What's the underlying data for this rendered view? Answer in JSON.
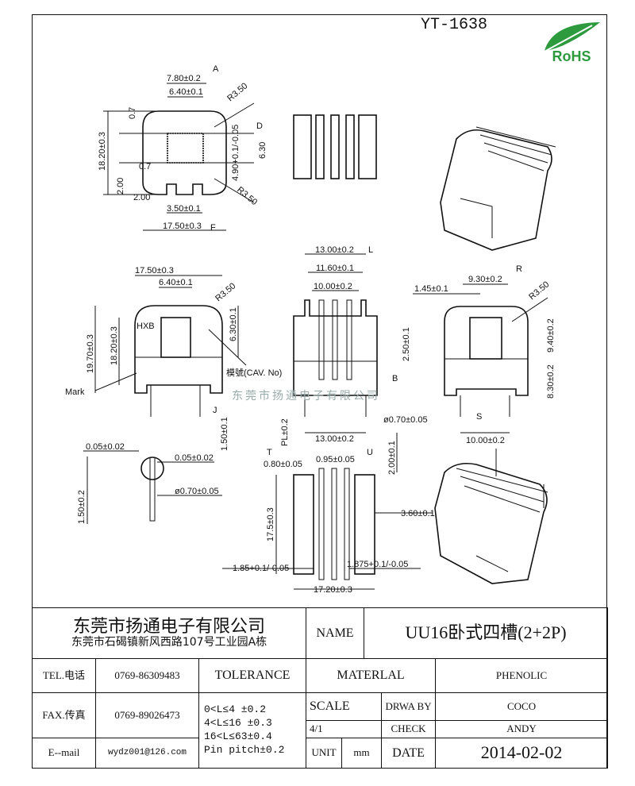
{
  "header": {
    "part_code": "YT-1638",
    "rohs_label": "RoHS"
  },
  "watermark": "东莞市扬通电子有限公司",
  "views": {
    "top_left": {
      "d1": "7.80±0.2",
      "d2": "6.40±0.1",
      "r1": "R3.50",
      "r2": "R3.50",
      "h": "18.20±0.3",
      "t1": "0.7",
      "t2": "0.7",
      "slot": "4.90+0.1/-0.05",
      "w2": "6.30",
      "n1": "2.00",
      "n2": "2.00",
      "pitch": "3.50±0.1",
      "w": "17.50±0.3",
      "mA": "A",
      "mD": "D",
      "mF": "F"
    },
    "front": {
      "w": "17.50±0.3",
      "w2": "6.40±0.1",
      "r": "R3.50",
      "h1": "19.70±0.3",
      "h2": "18.20±0.3",
      "d": "6.30±0.1",
      "hxb": "HXB",
      "cav": "模號(CAV. No)",
      "mark": "Mark",
      "pin": "1.50±0.1",
      "mJ": "J"
    },
    "side": {
      "w1": "13.00±0.2",
      "w2": "11.60±0.1",
      "w3": "10.00±0.2",
      "h": "2.50±0.1",
      "b": "B",
      "pl": "PL±0.2",
      "pin_d": "ø0.70±0.05",
      "w4": "13.00±0.2",
      "mL": "L"
    },
    "right": {
      "a": "1.45±0.1",
      "w": "9.30±0.2",
      "r": "R3.50",
      "h1": "9.40±0.2",
      "h2": "8.30±0.2",
      "p": "10.00±0.2",
      "mR": "R",
      "mS": "S"
    },
    "pin_detail": {
      "a": "0.05±0.02",
      "b": "0.05±0.02",
      "d": "ø0.70±0.05",
      "l": "1.50±0.2"
    },
    "bottom": {
      "a": "0.80±0.05",
      "b": "0.95±0.05",
      "h": "2.00±0.1",
      "v": "17.5±0.3",
      "c": "3.60±0.1",
      "e1": "1.85+0.1/-0.05",
      "e2": "1.875+0.1/-0.05",
      "w": "17.20±0.3",
      "mT": "T",
      "mU": "U"
    }
  },
  "title_block": {
    "company": "东莞市扬通电子有限公司",
    "address": "东莞市石碣镇新风西路107号工业园A栋",
    "name_label": "NAME",
    "name_value": "UU16卧式四槽(2+2P)",
    "tel_label": "TEL.电话",
    "tel_value": "0769-86309483",
    "fax_label": "FAX.传真",
    "fax_value": "0769-89026473",
    "email_label": "E--mail",
    "email_value": "wydz001@126.com",
    "tolerance_label": "TOLERANCE",
    "tolerances": [
      "0<L≤4   ±0.2",
      "4<L≤16  ±0.3",
      "16<L≤63±0.4",
      "Pin pitch±0.2"
    ],
    "material_label": "MATERLAL",
    "material_value": "PHENOLIC",
    "scale_label": "SCALE",
    "scale_value": "4/1",
    "drawn_label": "DRWA BY",
    "drawn_value": "COCO",
    "check_label": "CHECK",
    "check_value": "ANDY",
    "unit_label": "UNIT",
    "unit_value": "mm",
    "date_label": "DATE",
    "date_value": "2014-02-02"
  }
}
